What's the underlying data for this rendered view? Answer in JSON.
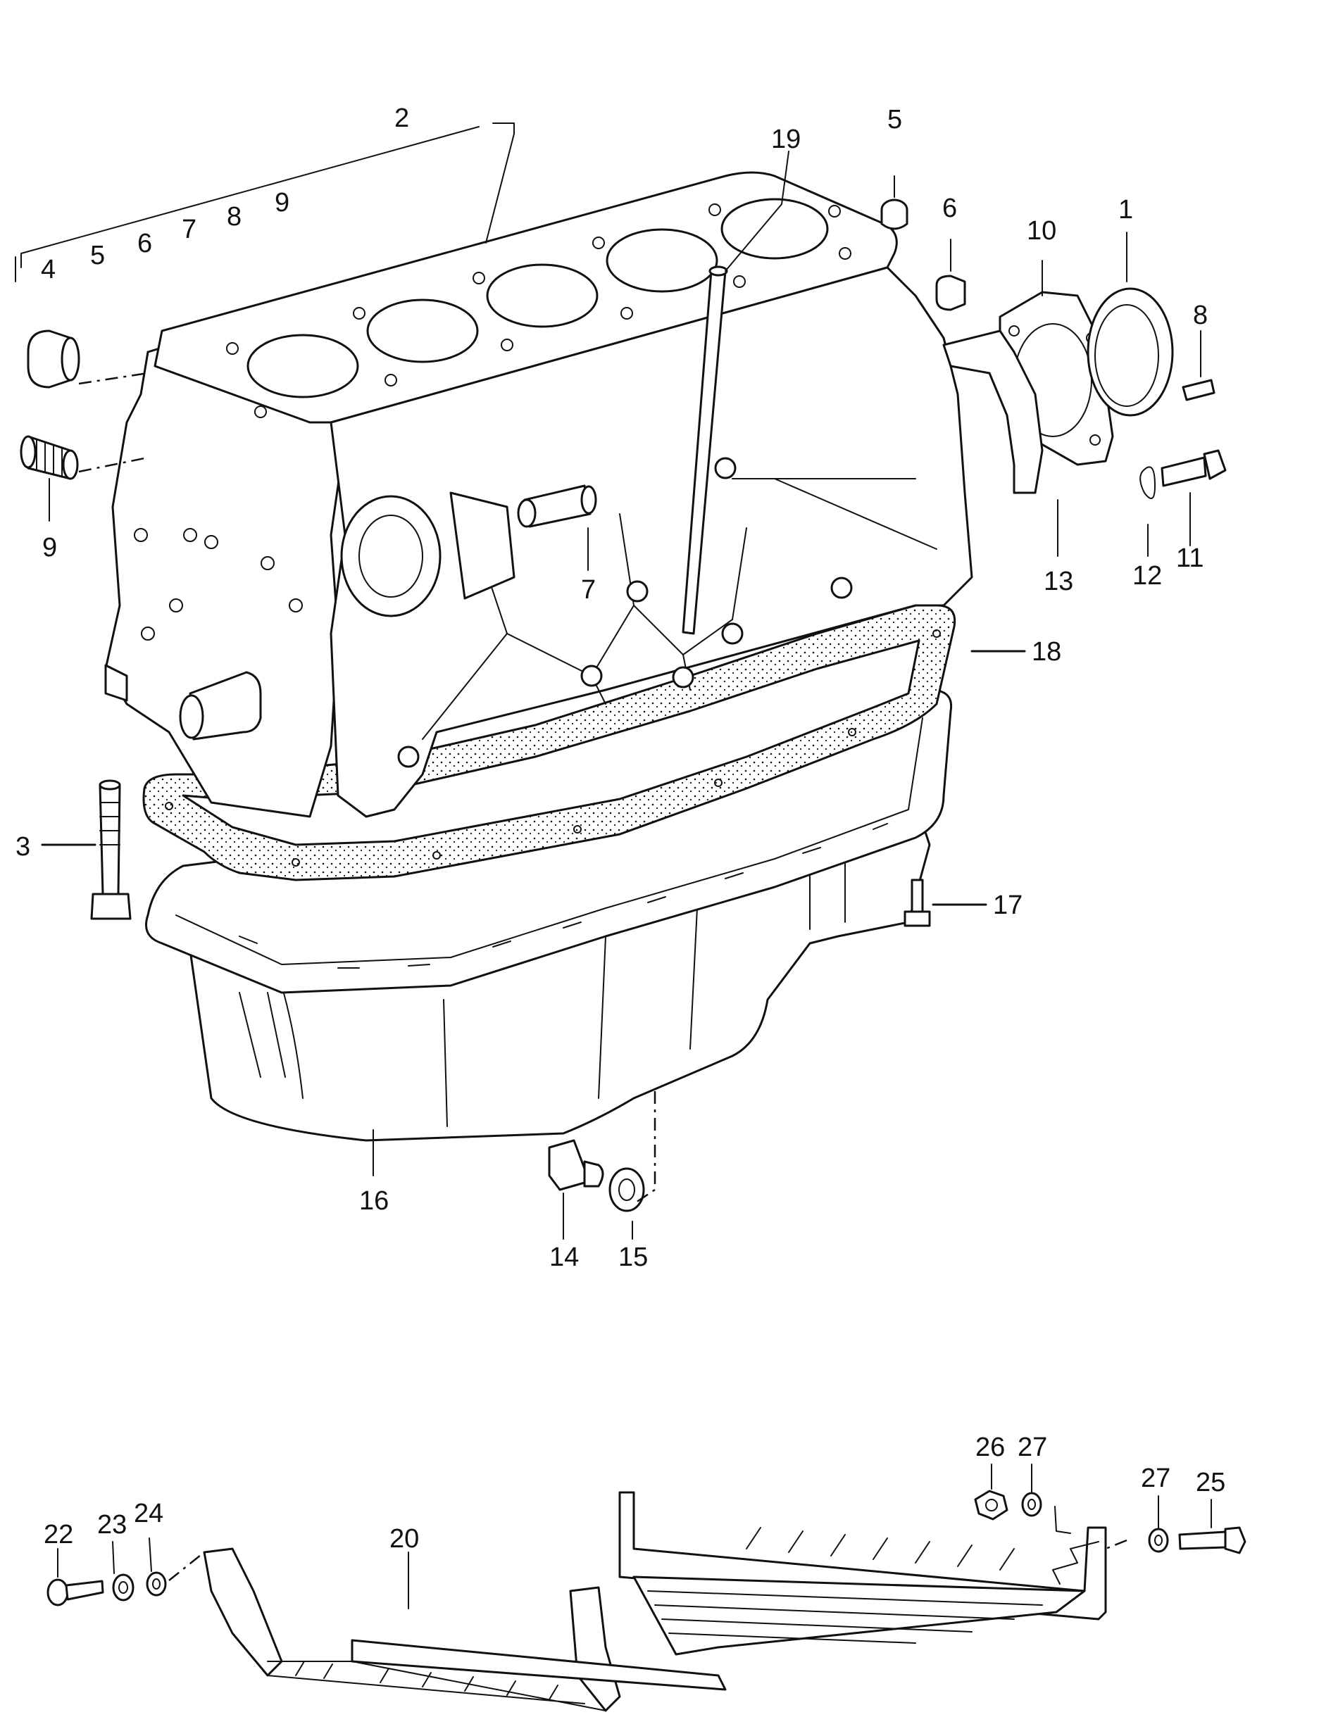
{
  "callouts": {
    "c1": "1",
    "c2": "2",
    "c3": "3",
    "c4": "4",
    "c5": "5",
    "c5b": "5",
    "c6": "6",
    "c6b": "6",
    "c7": "7",
    "c7b": "7",
    "c8": "8",
    "c8b": "8",
    "c9": "9",
    "c9b": "9",
    "c10": "10",
    "c11": "11",
    "c12": "12",
    "c13": "13",
    "c14": "14",
    "c15": "15",
    "c16": "16",
    "c17": "17",
    "c18": "18",
    "c19": "19",
    "c20": "20",
    "c22": "22",
    "c23": "23",
    "c24": "24",
    "c25": "25",
    "c26": "26",
    "c27": "27",
    "c27b": "27"
  },
  "style": {
    "line_color": "#111111",
    "background": "#ffffff"
  }
}
